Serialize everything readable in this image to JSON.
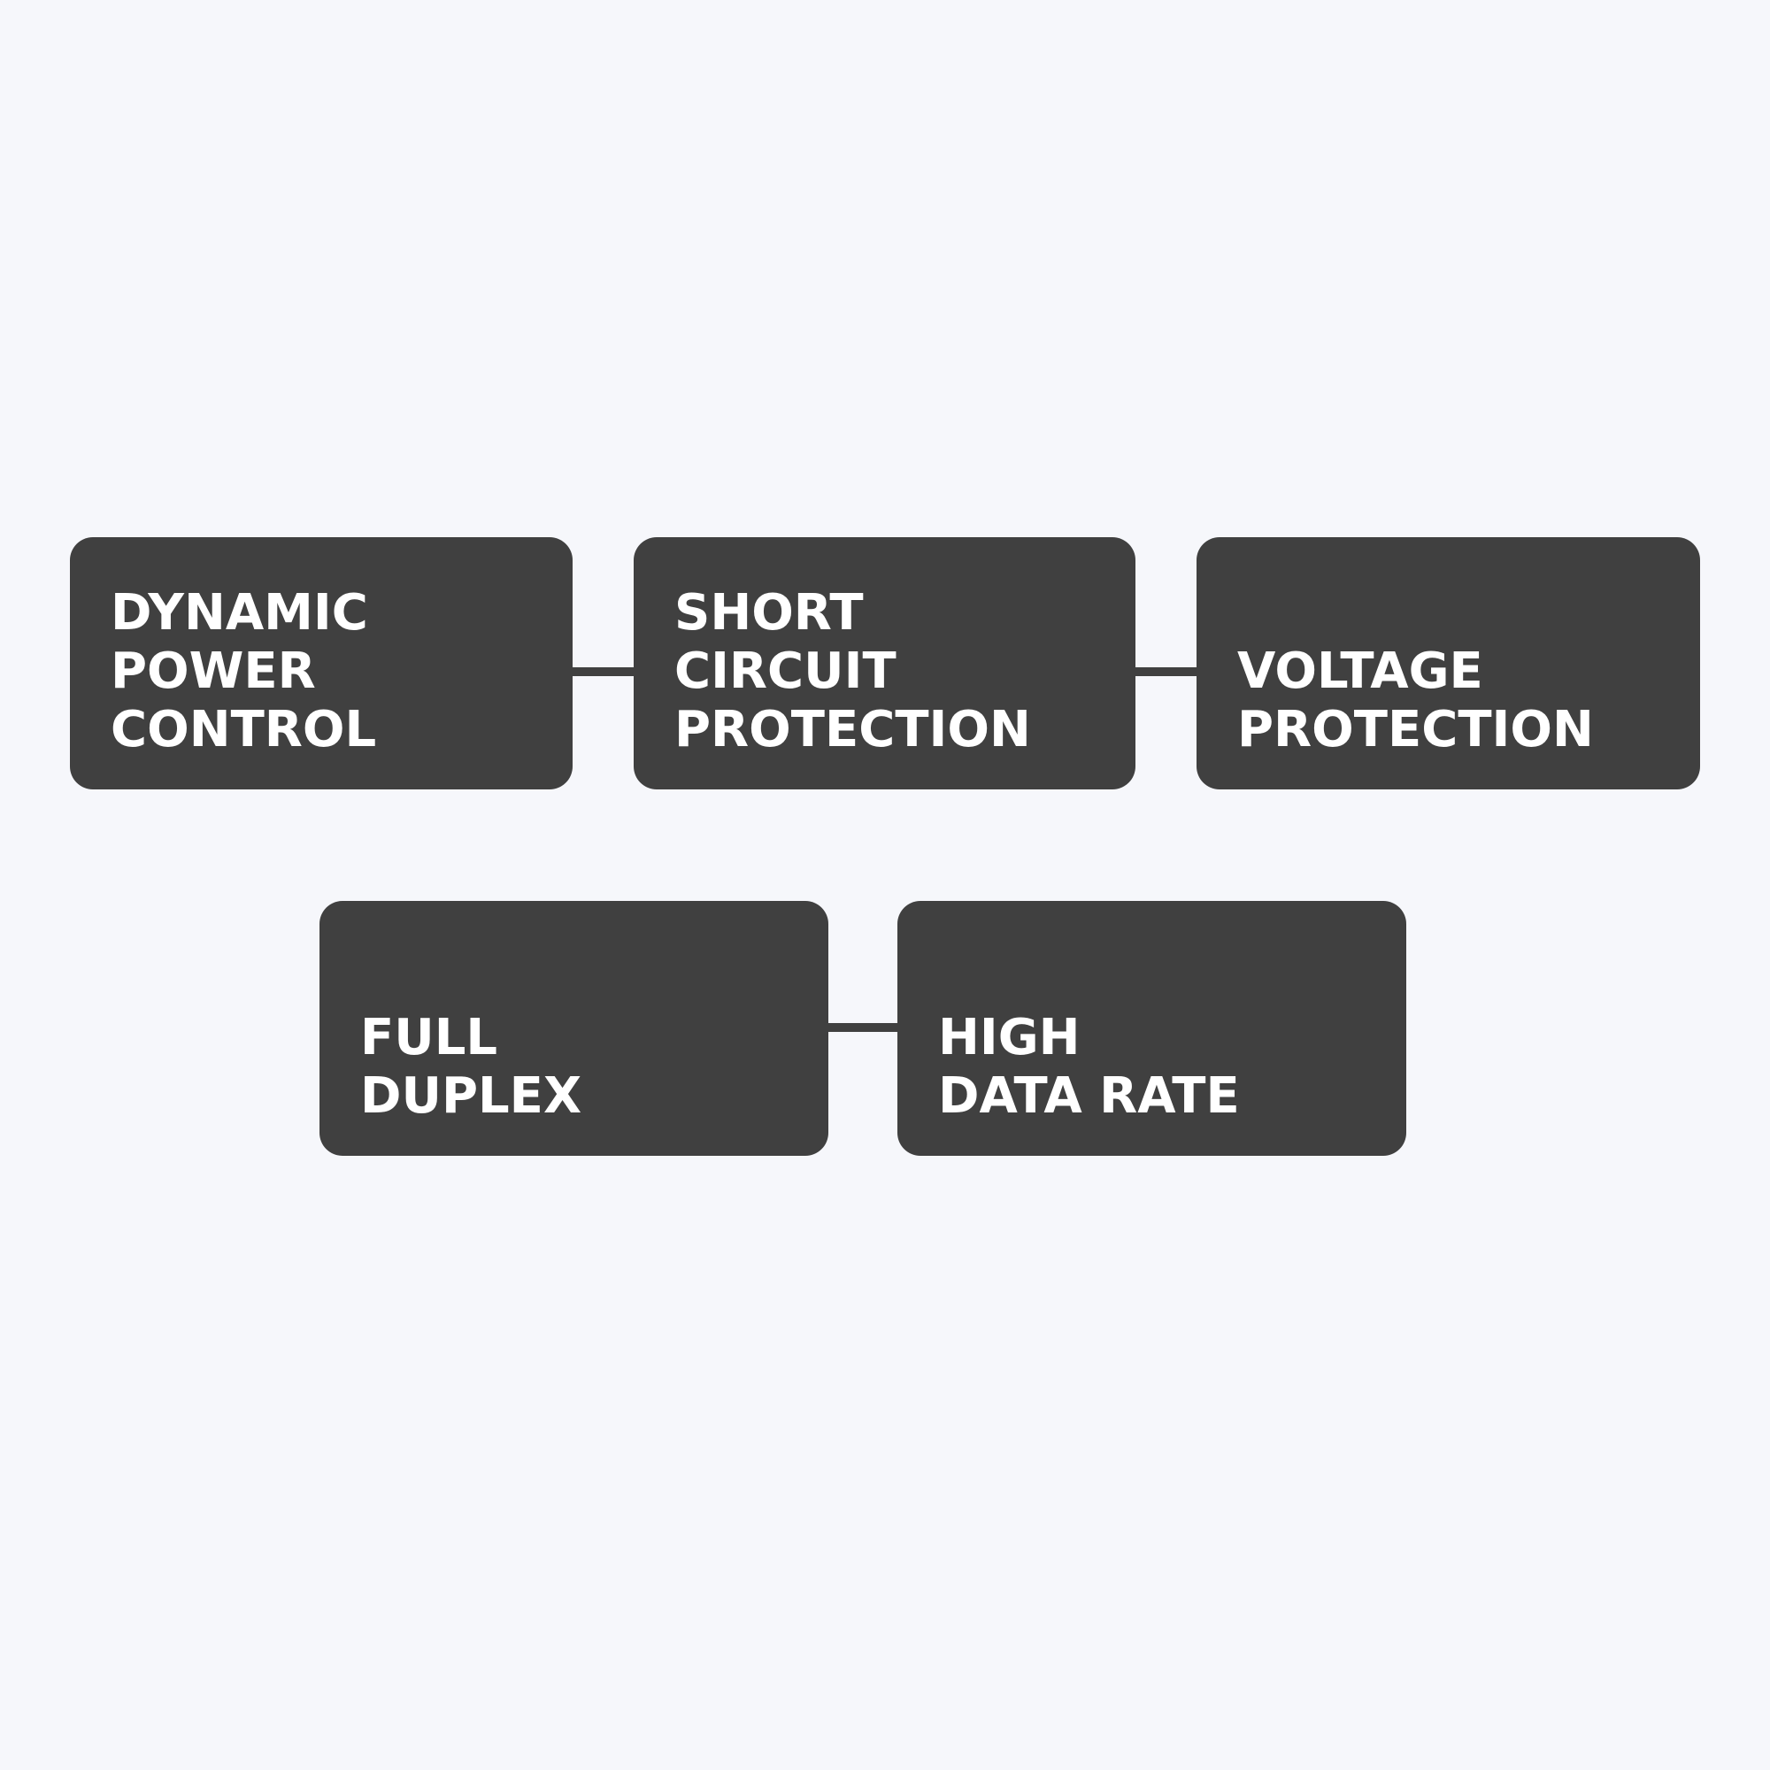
{
  "colors": {
    "background": "#f6f7fb",
    "box": "#404040",
    "text": "#ffffff"
  },
  "nodes": [
    {
      "lines": [
        "DYNAMIC",
        "POWER",
        "CONTROL"
      ]
    },
    {
      "lines": [
        "SHORT",
        "CIRCUIT",
        "PROTECTION"
      ]
    },
    {
      "lines": [
        "VOLTAGE",
        "PROTECTION"
      ]
    },
    {
      "lines": [
        "FULL",
        "DUPLEX"
      ]
    },
    {
      "lines": [
        "HIGH",
        "DATA RATE"
      ]
    }
  ],
  "edges": [
    {
      "from": "DYNAMIC POWER CONTROL",
      "to": "SHORT CIRCUIT PROTECTION"
    },
    {
      "from": "SHORT CIRCUIT PROTECTION",
      "to": "VOLTAGE PROTECTION"
    },
    {
      "from": "FULL DUPLEX",
      "to": "HIGH DATA RATE"
    }
  ]
}
